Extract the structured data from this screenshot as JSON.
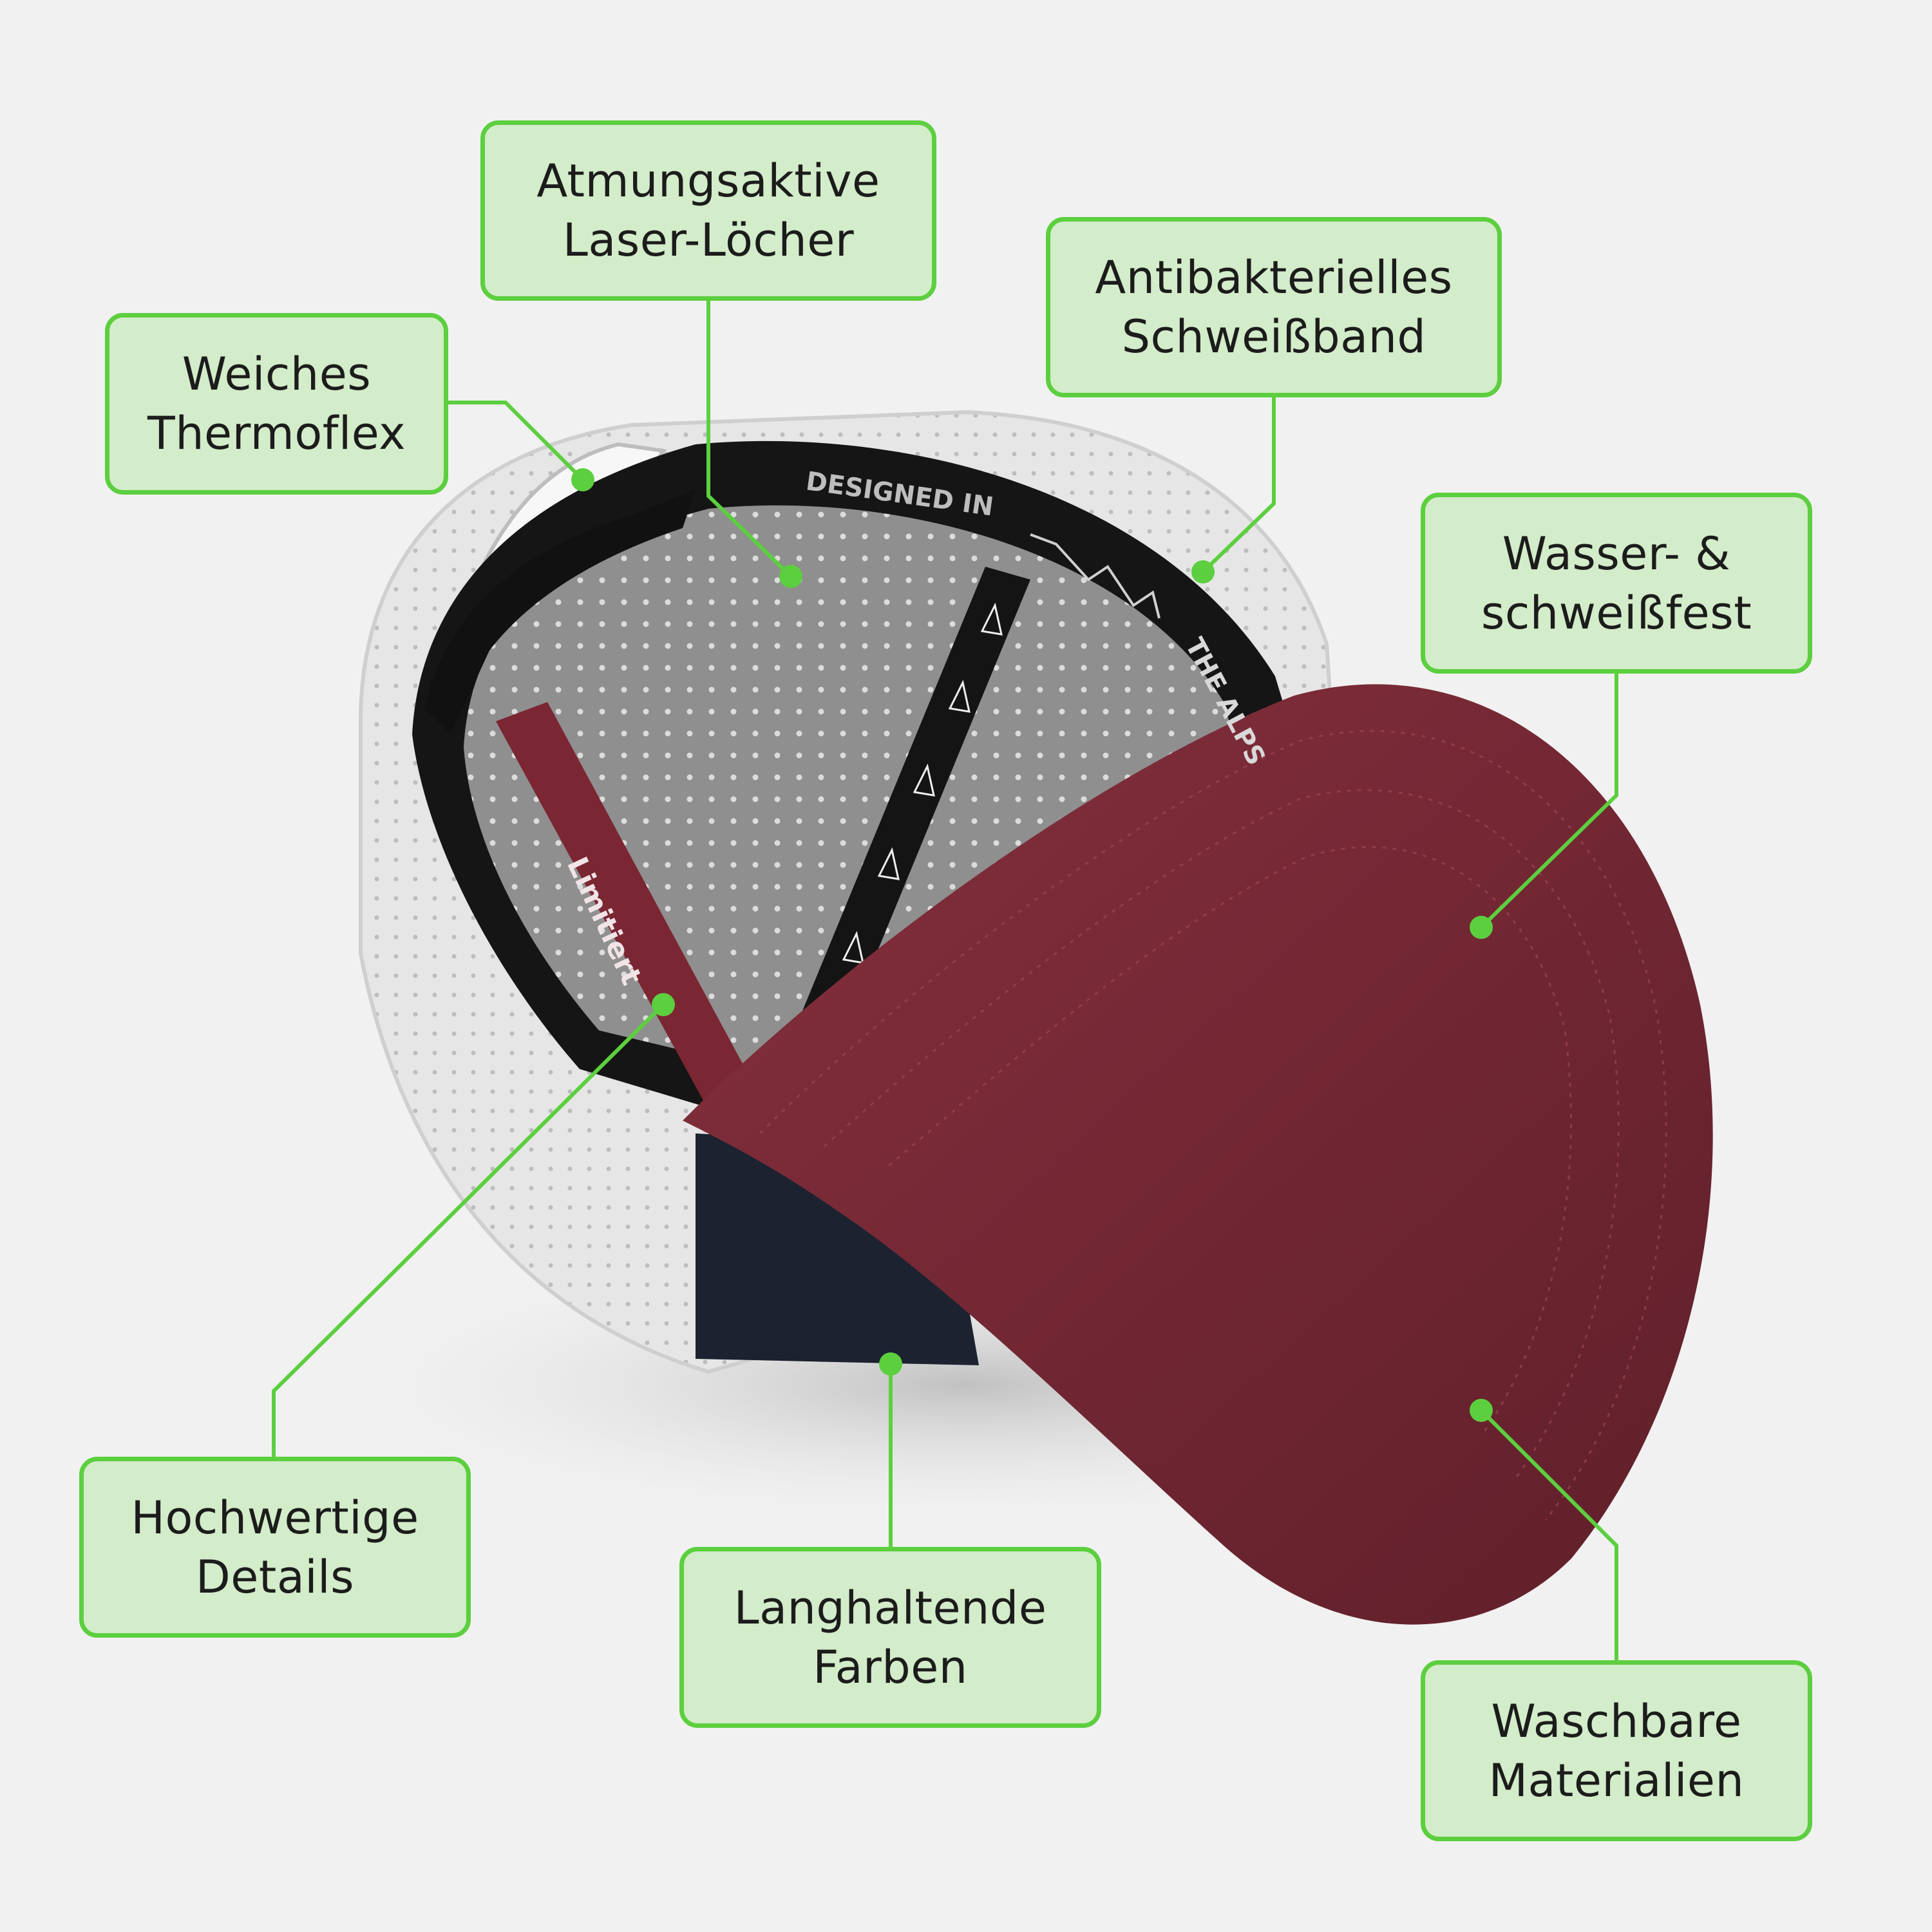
{
  "product": {
    "band_text": "Limitiert",
    "sweatband_text_top": "DESIGNED IN",
    "sweatband_text_bottom": "THE ALPS"
  },
  "callouts": {
    "atmung": {
      "line1": "Atmungsaktive",
      "line2": "Laser-Löcher"
    },
    "antibak": {
      "line1": "Antibakterielles",
      "line2": "Schweißband"
    },
    "weiches": {
      "line1": "Weiches",
      "line2": "Thermoflex"
    },
    "wasser": {
      "line1": "Wasser- &",
      "line2": "schweißfest"
    },
    "hochwertig": {
      "line1": "Hochwertige",
      "line2": "Details"
    },
    "langhaltend": {
      "line1": "Langhaltende",
      "line2": "Farben"
    },
    "waschbar": {
      "line1": "Waschbare",
      "line2": "Materialien"
    }
  },
  "colors": {
    "background": "#f1f1f1",
    "callout_fill": "#d3ecc9",
    "callout_border": "#5ccf3f",
    "leader_line": "#5ccf3f",
    "brim": "#7a2a36",
    "sweatband": "#151515",
    "mesh": "#8f8f8f",
    "shell": "#ececec",
    "navy_panel": "#1c2230"
  }
}
